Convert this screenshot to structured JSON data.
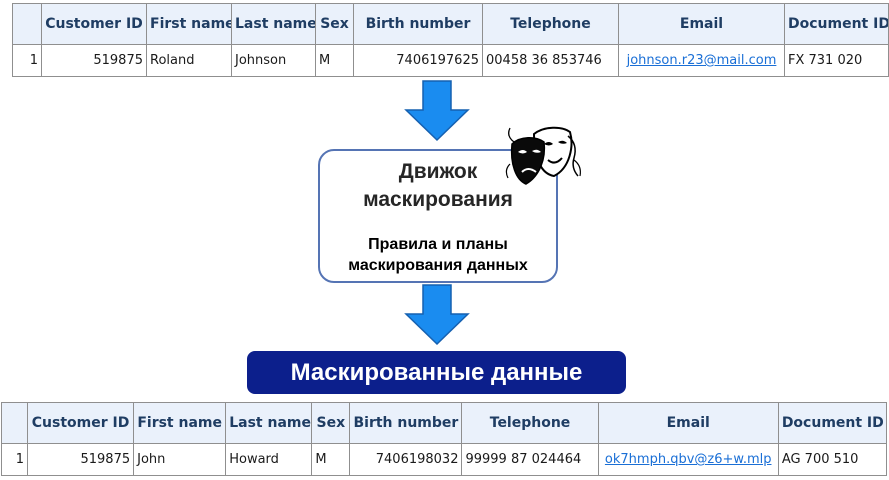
{
  "columns": [
    "Customer ID",
    "First name",
    "Last name",
    "Sex",
    "Birth number",
    "Telephone",
    "Email",
    "Document ID"
  ],
  "original": {
    "row_number": "1",
    "customer_id": "519875",
    "first_name": "Roland",
    "last_name": "Johnson",
    "sex": "M",
    "birth_number": "7406197625",
    "telephone": "00458 36 853746",
    "email": "johnson.r23@mail.com",
    "document_id": "FX 731 020"
  },
  "engine": {
    "title_line1": "Движок",
    "title_line2": "маскирования",
    "subtitle_line1": "Правила и планы",
    "subtitle_line2": "маскирования данных"
  },
  "banner": "Маскированные данные",
  "masked": {
    "row_number": "1",
    "customer_id": "519875",
    "first_name": "John",
    "last_name": "Howard",
    "sex": "M",
    "birth_number": "7406198032",
    "telephone": "99999 87 024464",
    "email": "ok7hmph.qbv@z6+w.mlp",
    "document_id": "AG 700 510"
  },
  "colors": {
    "arrow_fill": "#1a8cf0",
    "arrow_stroke": "#1560b0",
    "banner_bg": "#0c1f8c",
    "header_bg": "#eaf1fb",
    "engine_border": "#5574b4"
  }
}
